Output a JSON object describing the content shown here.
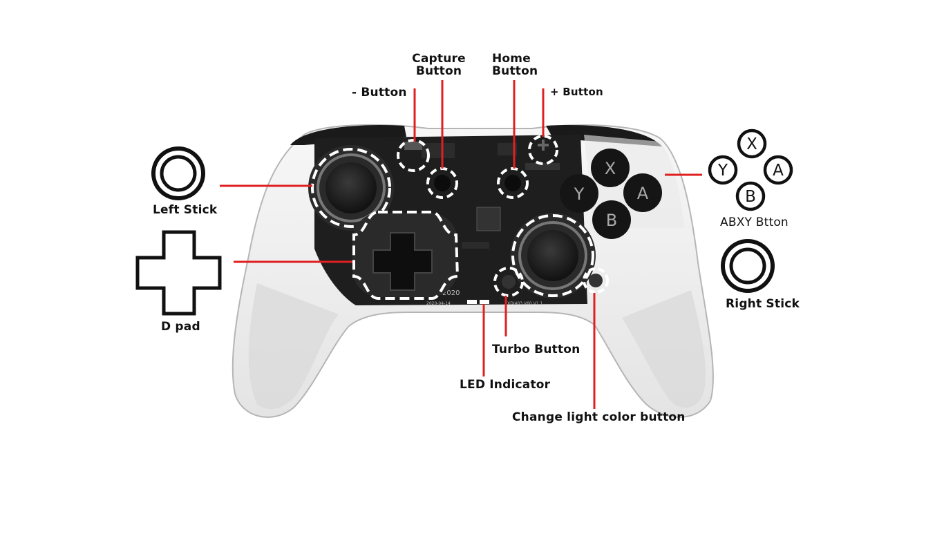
{
  "labels": {
    "capture_line1": "Capture",
    "capture_line2": "Button",
    "home_line1": "Home",
    "home_line2": "Button",
    "minus": "- Button",
    "plus": "+ Button",
    "left_stick": "Left Stick",
    "d_pad": "D pad",
    "abxy": "ABXY Btton",
    "right_stick": "Right Stick",
    "turbo": "Turbo Button",
    "led": "LED Indicator",
    "change_light": "Change light color button"
  },
  "face_buttons": {
    "x": "X",
    "y": "Y",
    "a": "A",
    "b": "B"
  },
  "board_text": {
    "year": "2020",
    "date": "2020-04-14",
    "model": "ZXDI403 V60 V1.1"
  },
  "colors": {
    "callout_line": "#e02020",
    "body": "#f2f2f2",
    "board": "#1e1e1e",
    "dash": "#ffffff"
  }
}
